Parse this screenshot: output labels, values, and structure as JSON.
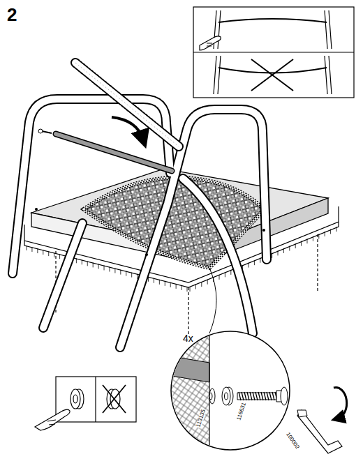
{
  "diagram": {
    "labels": [
      "2",
      "4x",
      "113135",
      "116631",
      "100002"
    ]
  }
}
